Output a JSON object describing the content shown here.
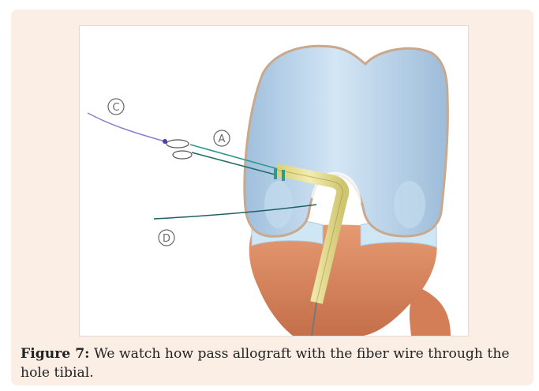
{
  "figure": {
    "label": "Figure 7:",
    "caption": "We watch how pass allograft with the fiber wire through the hole tibial.",
    "illustration_labels": {
      "c": "C",
      "a": "A",
      "d": "D"
    }
  },
  "colors": {
    "card_background": "#fbeee5",
    "femur": "#b8d3ea",
    "tibia": "#d9885f",
    "meniscus": "#cfe6f5",
    "graft": "#e8e096",
    "fiber_wire": "#8b7fd0"
  }
}
